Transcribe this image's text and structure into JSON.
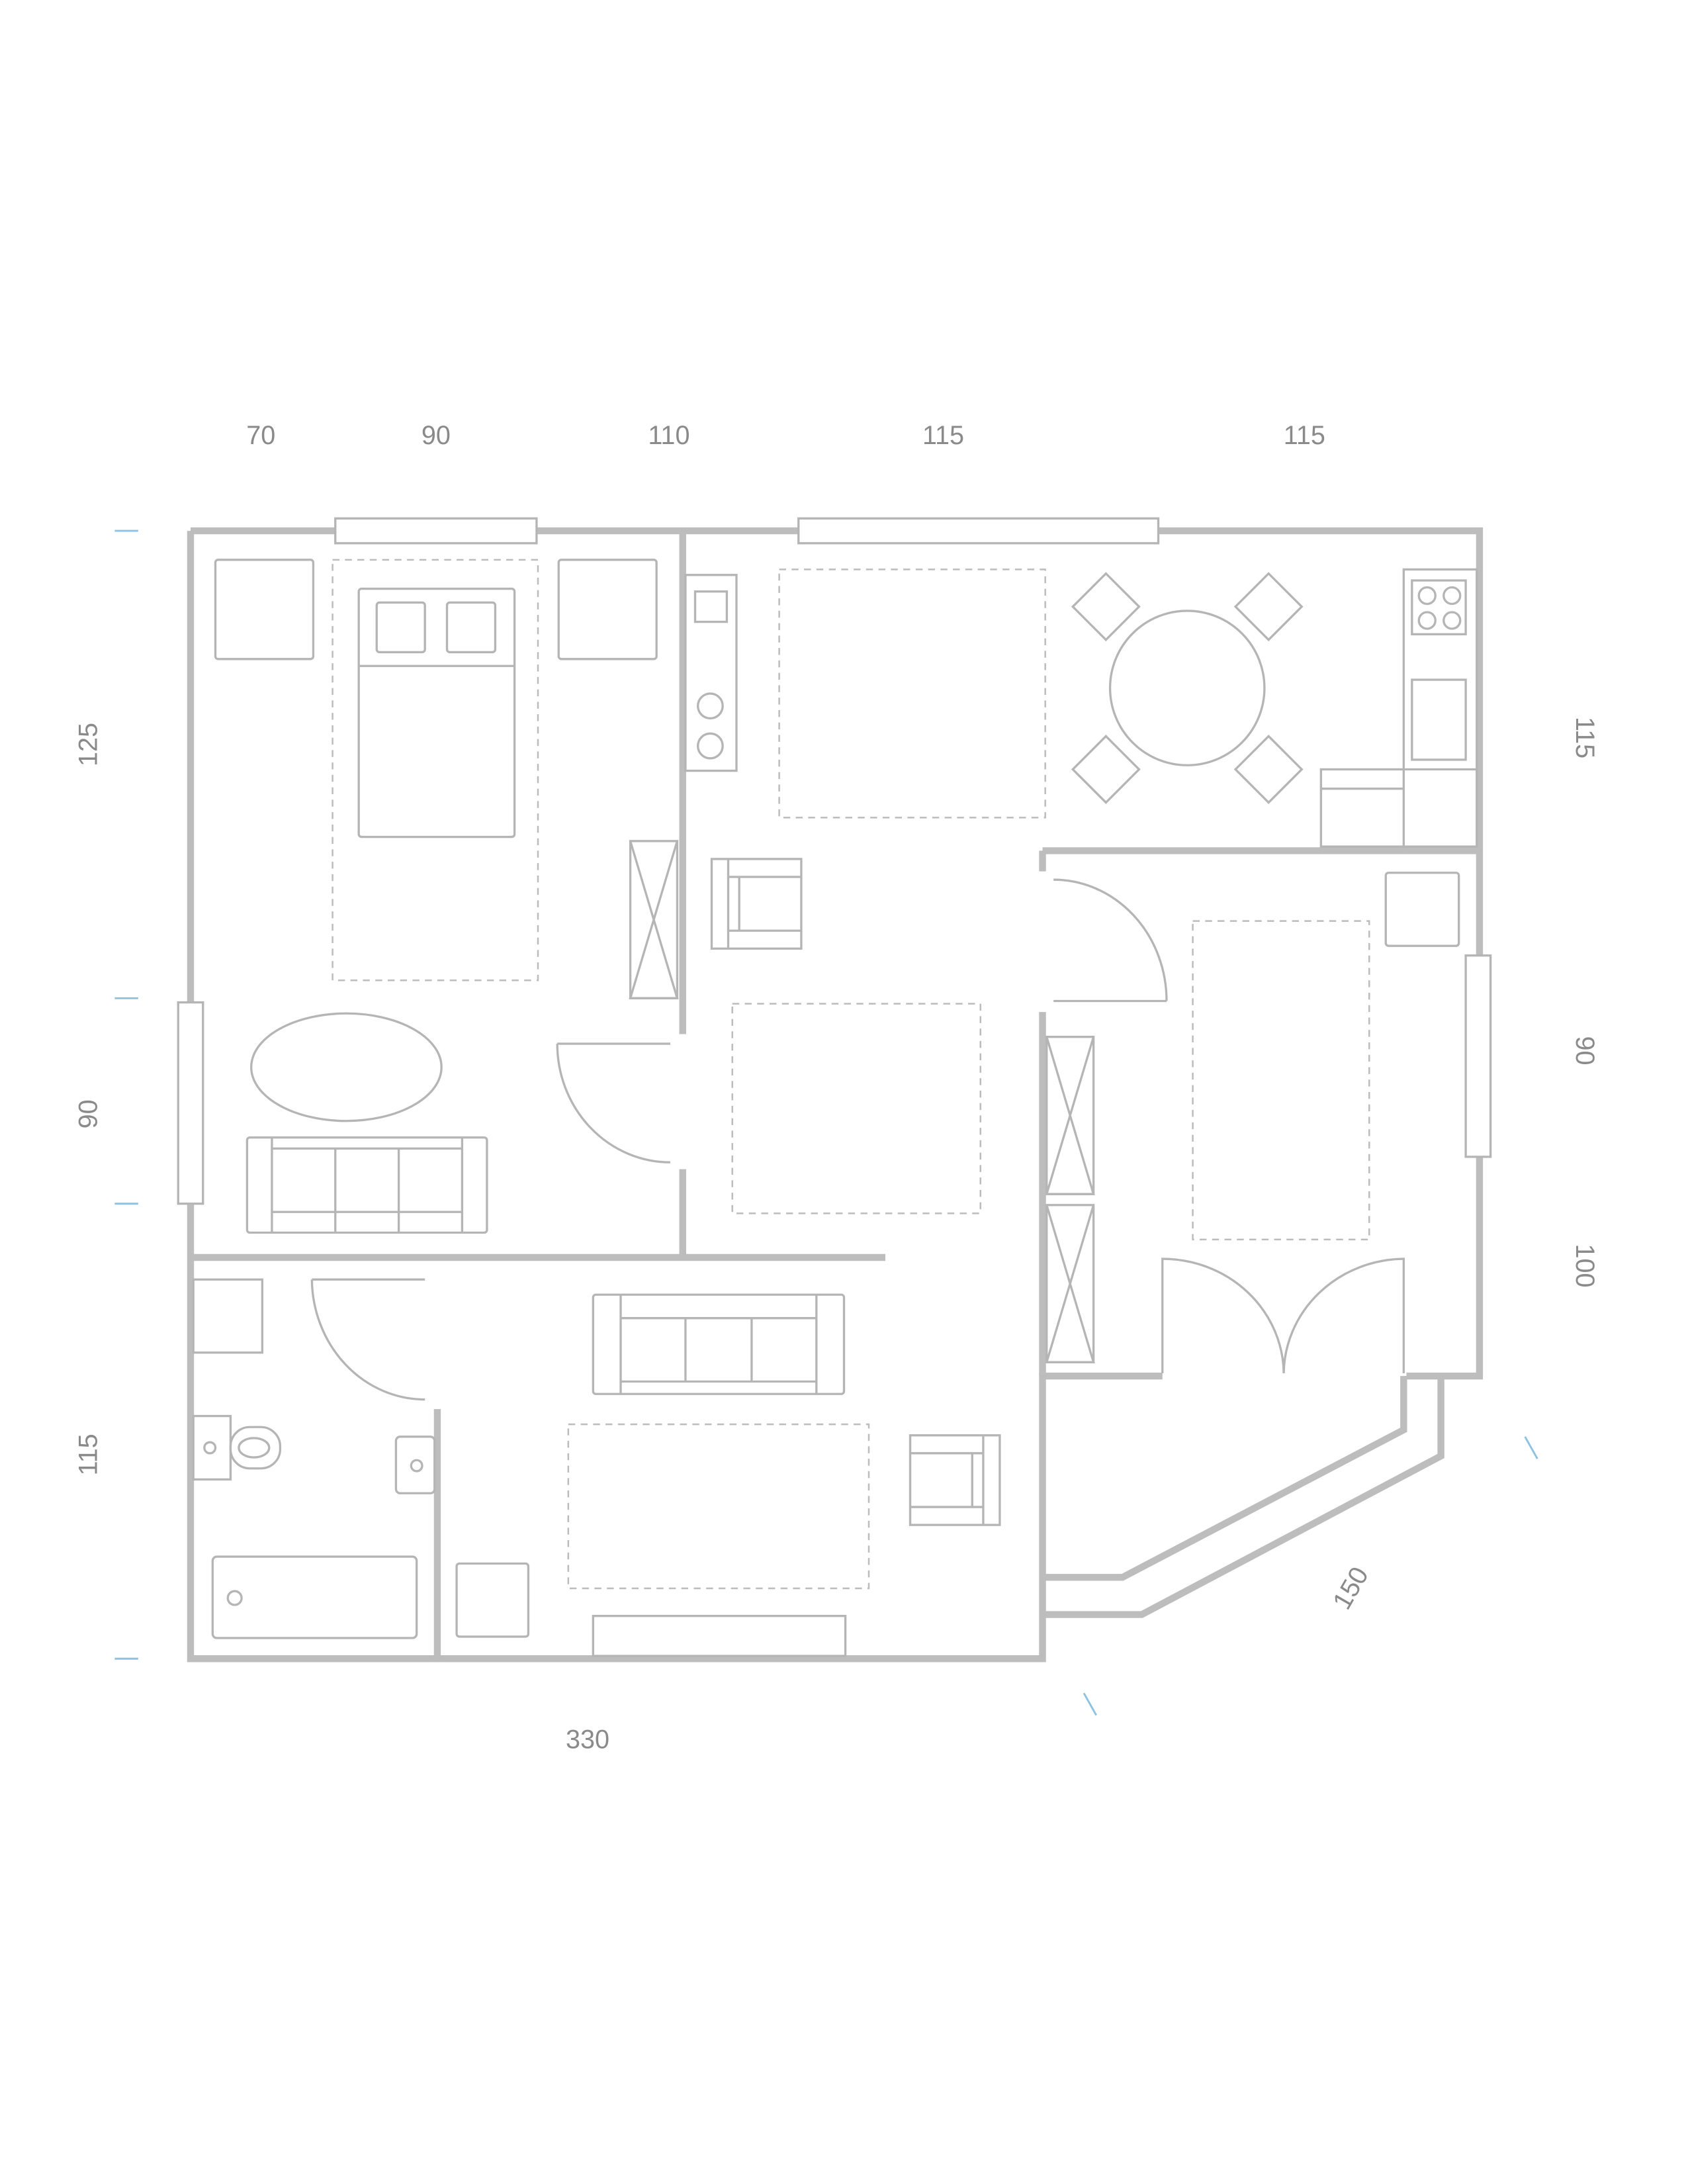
{
  "colors": {
    "wall": "#f2f2f2",
    "furniture": "#efefef",
    "dimension_text": "#eeeeee",
    "tick": "#d4e8f3"
  },
  "dimensions": {
    "top": [
      "70",
      "90",
      "110",
      "115",
      "115"
    ],
    "left": [
      "125",
      "90",
      "115"
    ],
    "right": [
      "115",
      "90",
      "100"
    ],
    "bottom": "330",
    "diagonal": "150"
  }
}
